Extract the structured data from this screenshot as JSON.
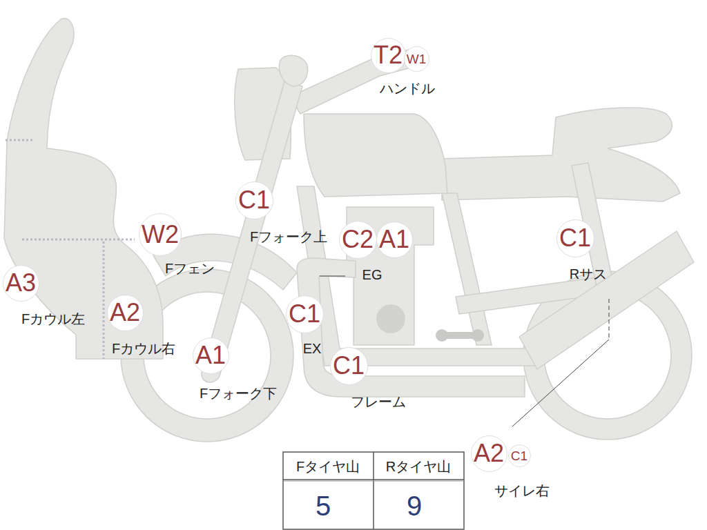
{
  "diagram": {
    "nodes": [
      {
        "text": [
          "T2"
        ]
      },
      {
        "text": [
          "W1"
        ]
      },
      {
        "text": [
          "C1"
        ]
      },
      {
        "text": [
          "W2"
        ]
      },
      {
        "text": [
          "C2"
        ]
      },
      {
        "text": [
          "A1"
        ]
      },
      {
        "text": [
          "C1"
        ]
      },
      {
        "text": [
          "A3"
        ]
      },
      {
        "text": [
          "A2"
        ]
      },
      {
        "text": [
          "C1"
        ]
      },
      {
        "text": [
          "A1"
        ]
      },
      {
        "text": [
          "C1"
        ]
      },
      {
        "text": [
          "A2"
        ]
      },
      {
        "text": [
          "C1"
        ]
      }
    ],
    "labels": [
      "ハンドル",
      "Fフォーク上",
      "Fフェン",
      "EG",
      "Rサス",
      "Fカウル左",
      "EX",
      "Fカウル右",
      "Fフォーク下",
      "フレーム",
      "サイレ右",
      "Fタイヤ山",
      "Rタイヤ山",
      "5",
      "9"
    ]
  }
}
